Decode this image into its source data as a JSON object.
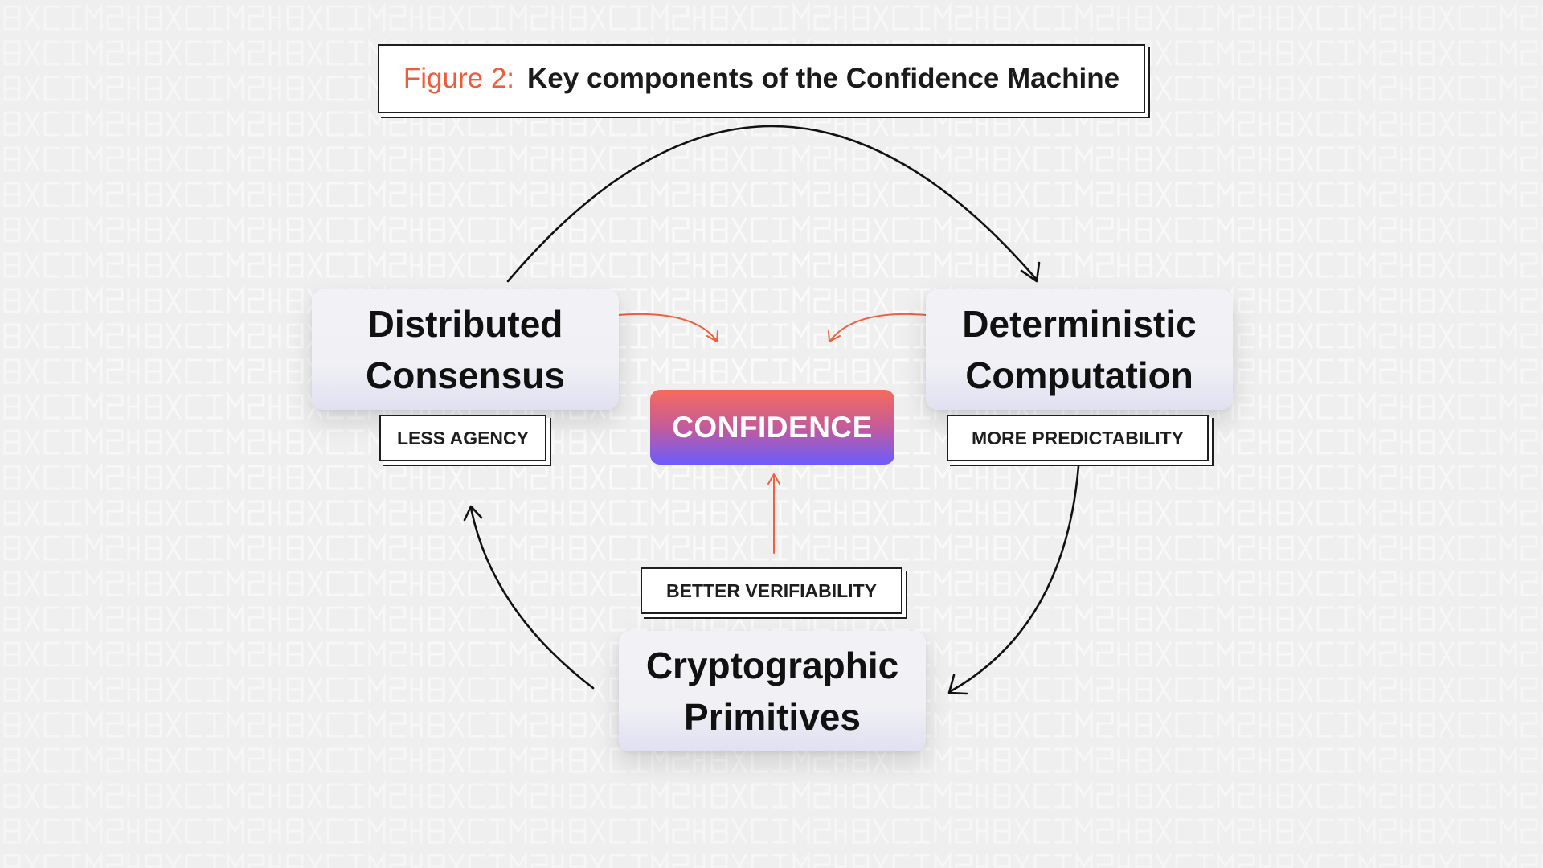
{
  "title": {
    "prefix": "Figure 2:",
    "text": "Key components of the Confidence Machine"
  },
  "nodes": {
    "distributed_consensus": [
      "Distributed",
      "Consensus"
    ],
    "deterministic_computation": [
      "Deterministic",
      "Computation"
    ],
    "cryptographic_primitives": [
      "Cryptographic",
      "Primitives"
    ]
  },
  "tags": {
    "less_agency": "LESS AGENCY",
    "more_predictability": "MORE PREDICTABILITY",
    "better_verifiability": "BETTER VERIFIABILITY"
  },
  "center": {
    "label": "CONFIDENCE"
  },
  "colors": {
    "accent": "#ee5c3b",
    "arrow_feed": "#f0603d",
    "cycle_arrow": "#111111",
    "confidence_top": "#f76b5c",
    "confidence_bottom": "#6a5cff",
    "background": "#efefef"
  }
}
